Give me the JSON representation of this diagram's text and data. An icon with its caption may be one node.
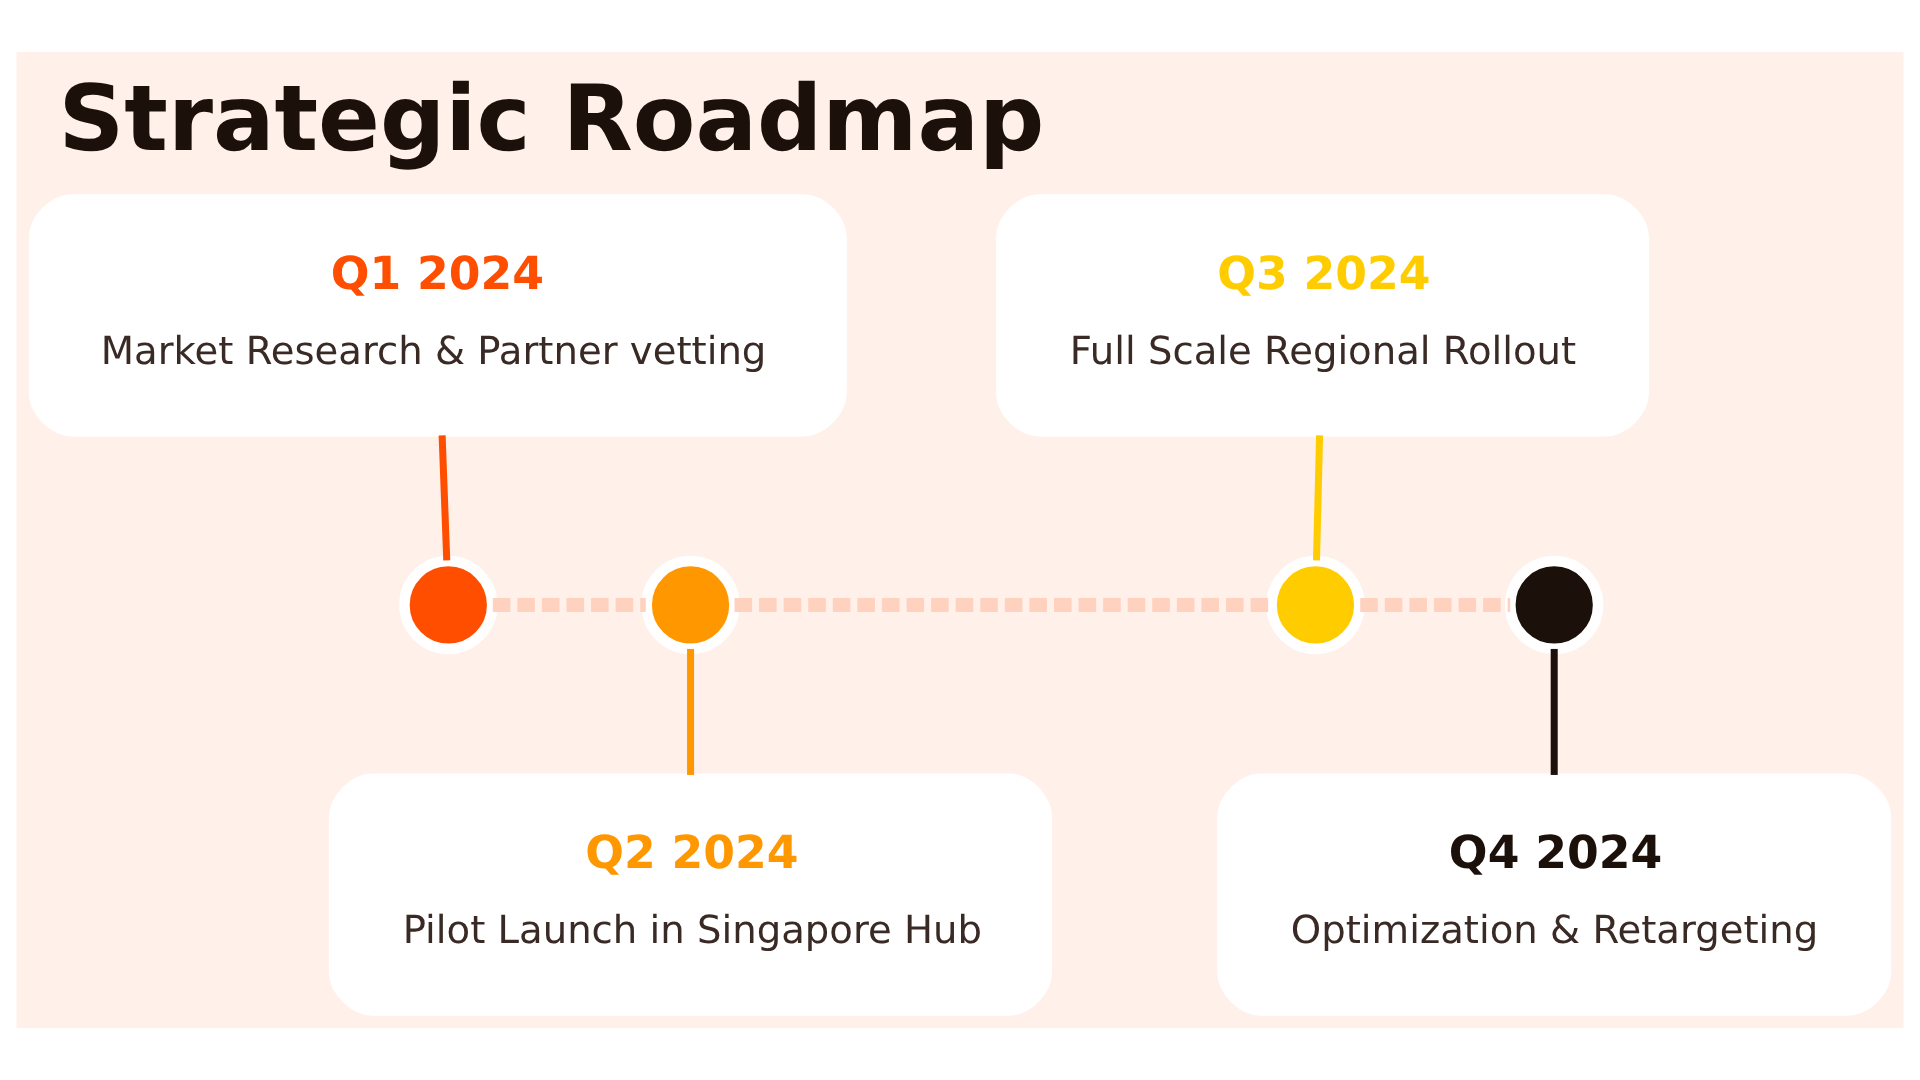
{
  "diagram": {
    "title": "Strategic Roadmap",
    "nodes": [
      {
        "text": [
          "Q1 2024",
          "Market Research & Partner vetting"
        ]
      },
      {
        "text": [],
        "shape": "circle"
      },
      {
        "text": [],
        "shape": "circle"
      },
      {
        "text": [
          "Q2 2024",
          "Pilot Launch in Singapore Hub"
        ]
      },
      {
        "text": [
          "Q3 2024",
          "Full Scale Regional Rollout"
        ]
      },
      {
        "text": [],
        "shape": "circle"
      },
      {
        "text": [],
        "shape": "circle"
      },
      {
        "text": [
          "Q4 2024",
          "Optimization & Retargeting"
        ]
      }
    ],
    "edges": [
      {
        "from": 0,
        "to": 1,
        "arrow": "none",
        "color": "#ff4e00"
      },
      {
        "from": 1,
        "to": 2,
        "arrow": "none",
        "style": "dashed",
        "color": "#ffd1bf"
      },
      {
        "from": 2,
        "to": 3,
        "arrow": "none",
        "color": "#ff9800"
      },
      {
        "from": 2,
        "to": 5,
        "arrow": "none",
        "style": "dashed",
        "color": "#ffd1bf"
      },
      {
        "from": 4,
        "to": 5,
        "arrow": "none",
        "color": "#ffcc00"
      },
      {
        "from": 5,
        "to": 6,
        "arrow": "none",
        "style": "dashed",
        "color": "#ffd1bf"
      },
      {
        "from": 6,
        "to": 7,
        "arrow": "none",
        "color": "#1c100b"
      }
    ]
  }
}
